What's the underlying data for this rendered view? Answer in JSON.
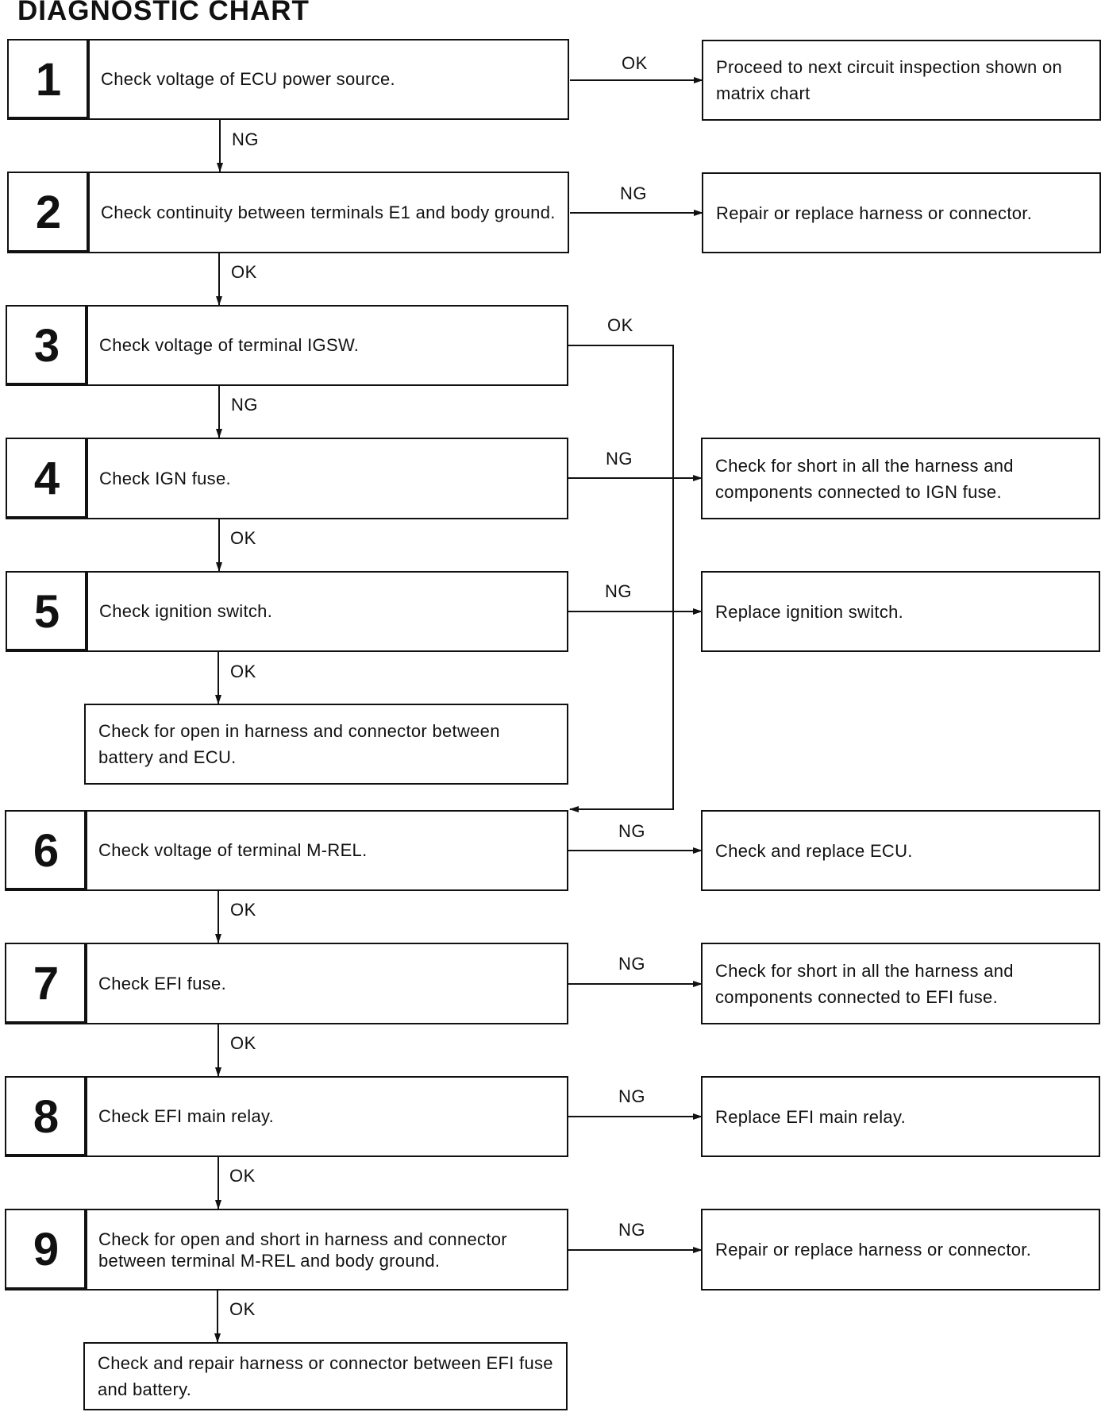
{
  "title": "DIAGNOSTIC CHART",
  "steps": [
    {
      "num": "1",
      "text": "Check voltage of ECU power source."
    },
    {
      "num": "2",
      "text": "Check continuity between terminals E1 and body ground."
    },
    {
      "num": "3",
      "text": "Check voltage of terminal IGSW."
    },
    {
      "num": "4",
      "text": "Check IGN fuse."
    },
    {
      "num": "5",
      "text": "Check ignition switch."
    },
    {
      "num": "6",
      "text": "Check voltage of terminal M-REL."
    },
    {
      "num": "7",
      "text": "Check EFI fuse."
    },
    {
      "num": "8",
      "text": "Check EFI main relay."
    },
    {
      "num": "9",
      "text": "Check for open and short in harness and connector between terminal M-REL and body ground."
    }
  ],
  "results": {
    "r1": "Proceed to next circuit inspection shown on matrix chart",
    "r2": "Repair or replace harness or connector.",
    "r4": "Check for short in all the harness and components connected to IGN fuse.",
    "r5": "Replace ignition switch.",
    "r6": "Check and replace ECU.",
    "r7": "Check for short in all the harness and components connected to EFI fuse.",
    "r8": "Replace EFI main relay.",
    "r9": "Repair or replace harness or connector."
  },
  "terminals": {
    "after5": "Check for open in harness and connector between battery and ECU.",
    "after9": "Check and repair harness or connector between EFI fuse and battery."
  },
  "labels": {
    "ok": "OK",
    "ng": "NG"
  }
}
